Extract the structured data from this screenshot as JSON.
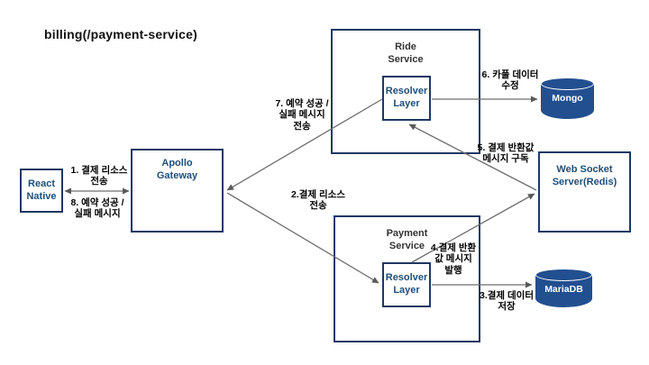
{
  "title": "billing(/payment-service)",
  "colors": {
    "box_border": "#1f3864",
    "node_text_blue": "#1f4e79",
    "service_title_text": "#333333",
    "cylinder_fill": "#224f8f",
    "cylinder_text": "#ffffff",
    "arrow_line": "#6e6e6e",
    "arrow_head": "#595959",
    "label_text": "#000000",
    "background": "#ffffff"
  },
  "nodes": {
    "react_native": {
      "label": "React\nNative"
    },
    "apollo_gateway": {
      "label": "Apollo\nGateway"
    },
    "ride_service": {
      "label": "Ride\nService"
    },
    "ride_resolver": {
      "label": "Resolver\nLayer"
    },
    "payment_service": {
      "label": "Payment\nService"
    },
    "payment_resolver": {
      "label": "Resolver\nLayer"
    },
    "websocket_server": {
      "label": "Web Socket\nServer(Redis)"
    },
    "mongo": {
      "label": "Mongo"
    },
    "mariadb": {
      "label": "MariaDB"
    }
  },
  "edges": {
    "e1": {
      "label": "1. 결제 리소스\n전송",
      "from": "React Native",
      "to": "Apollo Gateway",
      "direction": "both"
    },
    "e2": {
      "label": "2.결제 리소스\n전송",
      "from": "Apollo Gateway",
      "to": "Payment Service Resolver Layer",
      "direction": "forward"
    },
    "e3": {
      "label": "3.결제 데이터\n저장",
      "from": "Payment Service Resolver Layer",
      "to": "MariaDB",
      "direction": "forward"
    },
    "e4": {
      "label": "4.결제 반환\n값 메시지\n발행",
      "from": "Payment Service Resolver Layer",
      "to": "Web Socket Server(Redis)",
      "direction": "forward"
    },
    "e5": {
      "label": "5. 결제 반환값\n메시지 구독",
      "from": "Web Socket Server(Redis)",
      "to": "Ride Service Resolver Layer",
      "direction": "forward"
    },
    "e6": {
      "label": "6. 카풀 데이터\n수정",
      "from": "Ride Service Resolver Layer",
      "to": "Mongo",
      "direction": "forward"
    },
    "e7": {
      "label": "7. 예약 성공 /\n실패 메시지\n전송",
      "from": "Ride Service Resolver Layer",
      "to": "Apollo Gateway",
      "direction": "forward"
    },
    "e8": {
      "label": "8. 예약 성공 /\n실패 메시지",
      "from": "Apollo Gateway",
      "to": "React Native",
      "direction": "forward"
    }
  }
}
